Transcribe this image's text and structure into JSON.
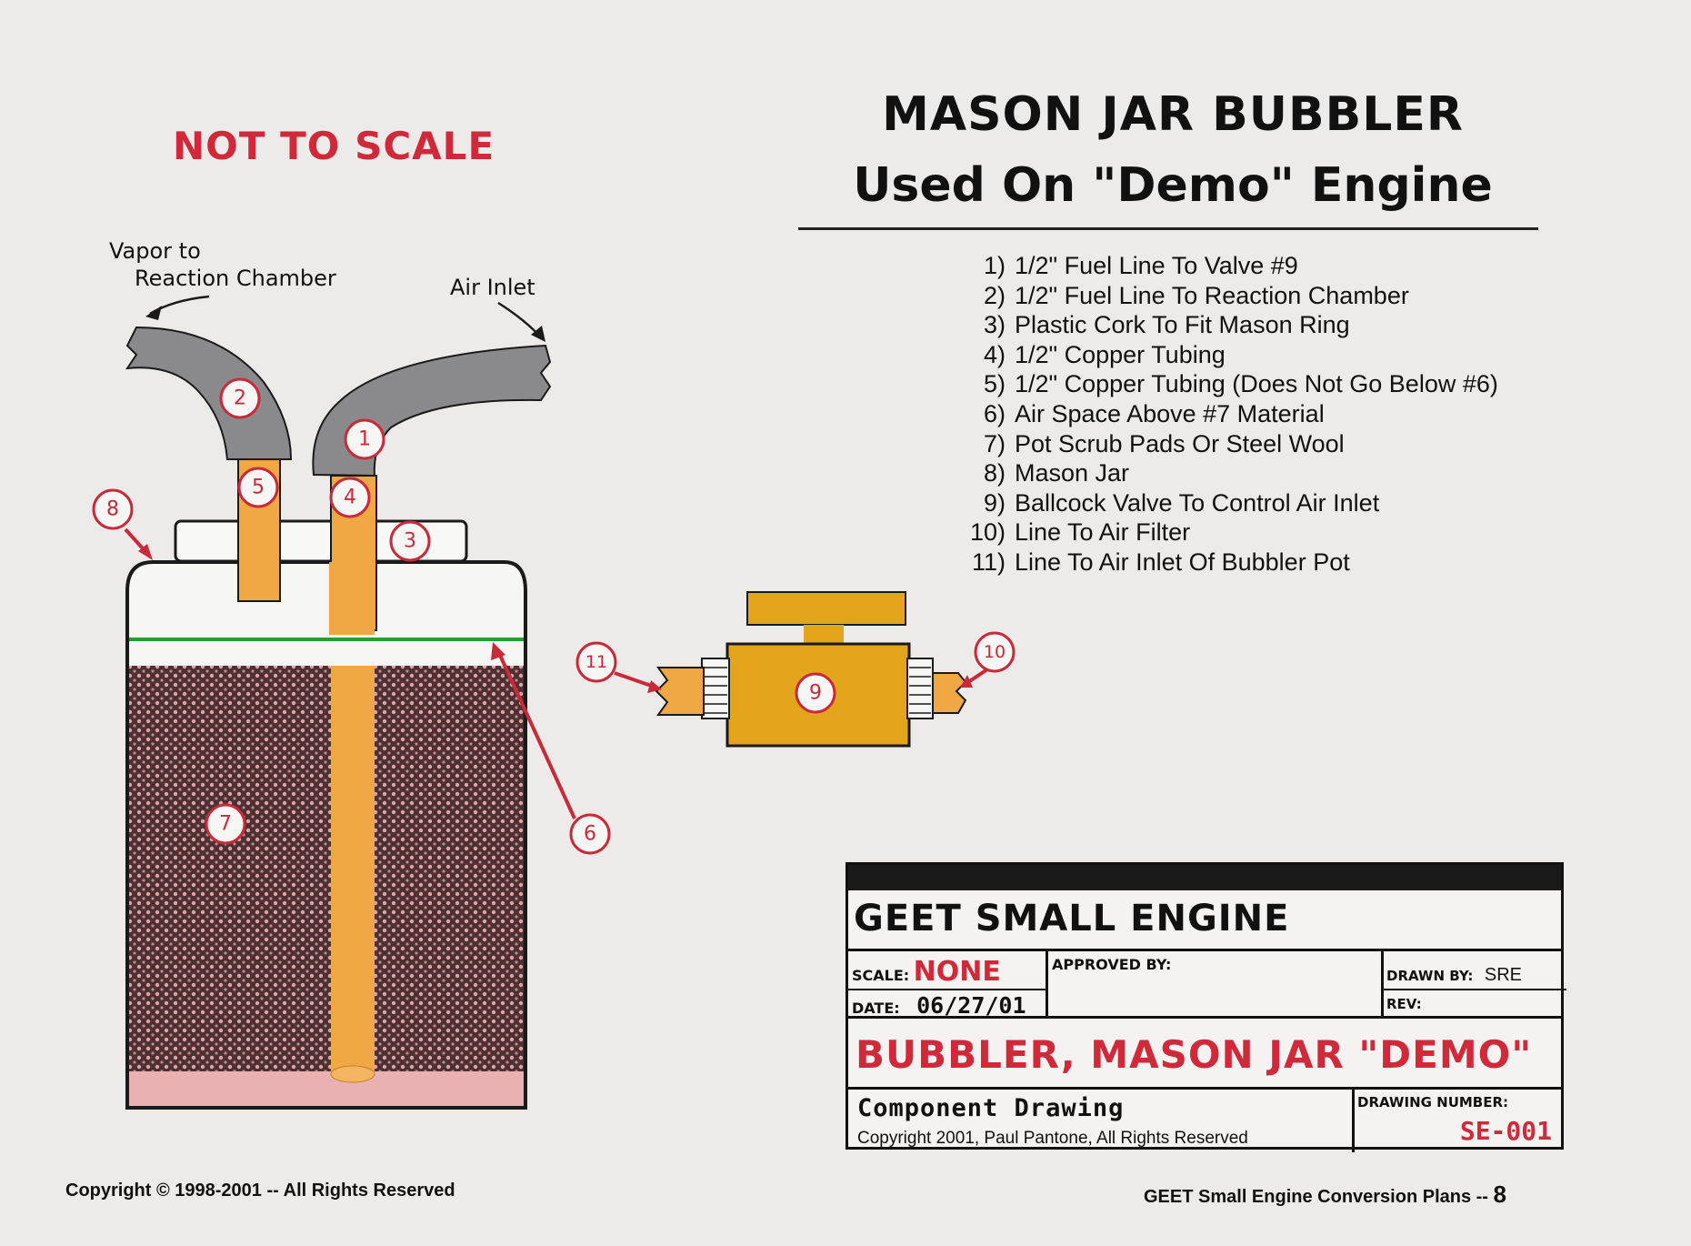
{
  "header": {
    "not_to_scale": "NOT TO SCALE",
    "title_line1": "MASON JAR BUBBLER",
    "title_line2": "Used On \"Demo\" Engine"
  },
  "labels": {
    "vapor_line1": "Vapor to",
    "vapor_line2": "Reaction Chamber",
    "air_inlet": "Air Inlet"
  },
  "parts": [
    {
      "num": "1)",
      "text": "1/2\" Fuel Line To Valve #9"
    },
    {
      "num": "2)",
      "text": "1/2\" Fuel Line To Reaction Chamber"
    },
    {
      "num": "3)",
      "text": "Plastic Cork To Fit Mason Ring"
    },
    {
      "num": "4)",
      "text": "1/2\" Copper Tubing"
    },
    {
      "num": "5)",
      "text": "1/2\" Copper Tubing (Does Not Go Below #6)"
    },
    {
      "num": "6)",
      "text": "Air Space Above #7 Material"
    },
    {
      "num": "7)",
      "text": "Pot Scrub Pads Or Steel Wool"
    },
    {
      "num": "8)",
      "text": "Mason Jar"
    },
    {
      "num": "9)",
      "text": "Ballcock Valve To Control Air Inlet"
    },
    {
      "num": "10)",
      "text": "Line To Air Filter"
    },
    {
      "num": "11)",
      "text": "Line To Air Inlet Of Bubbler Pot"
    }
  ],
  "callouts": {
    "c1": "1",
    "c2": "2",
    "c3": "3",
    "c4": "4",
    "c5": "5",
    "c6": "6",
    "c7": "7",
    "c8": "8",
    "c9": "9",
    "c10": "10",
    "c11": "11"
  },
  "title_block": {
    "company": "GEET SMALL ENGINE",
    "scale_label": "SCALE:",
    "scale_value": "NONE",
    "date_label": "DATE:",
    "date_value": "06/27/01",
    "approved_label": "APPROVED BY:",
    "drawn_label": "DRAWN BY:",
    "drawn_value": "SRE",
    "rev_label": "REV:",
    "drawing_title": "BUBBLER, MASON JAR \"DEMO\"",
    "component": "Component Drawing",
    "copyright": "Copyright 2001, Paul Pantone, All Rights Reserved",
    "drawing_number_label": "DRAWING NUMBER:",
    "drawing_number": "SE-001"
  },
  "footer": {
    "left": "Copyright © 1998-2001 -- All Rights Reserved",
    "right": "GEET Small Engine Conversion Plans --",
    "page": "8"
  },
  "colors": {
    "accent_red": "#d02a3a",
    "copper": "#f0a845",
    "valve_gold": "#e2a51c",
    "hose_gray": "#8a8a8c",
    "scrub_pad": "#5a3a3c",
    "air_line": "#2a9a3a"
  }
}
